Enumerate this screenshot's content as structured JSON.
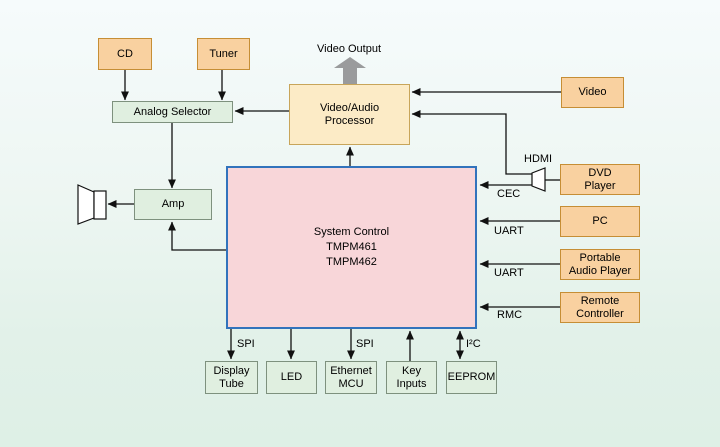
{
  "nodes": {
    "cd": "CD",
    "tuner": "Tuner",
    "analog_selector": "Analog Selector",
    "video_audio_processor": "Video/Audio\nProcessor",
    "video": "Video",
    "dvd_player": "DVD\nPlayer",
    "pc": "PC",
    "portable_audio_player": "Portable\nAudio Player",
    "remote_controller": "Remote\nController",
    "system_control": "System Control\nTMPM461\nTMPM462",
    "amp": "Amp",
    "display_tube": "Display\nTube",
    "led": "LED",
    "ethernet_mcu": "Ethernet\nMCU",
    "key_inputs": "Key\nInputs",
    "eeprom": "EEPROM"
  },
  "bus_labels": {
    "video_output": "Video Output",
    "hdmi": "HDMI",
    "cec": "CEC",
    "uart_pc": "UART",
    "uart_portable": "UART",
    "rmc": "RMC",
    "spi_display": "SPI",
    "spi_ethernet": "SPI",
    "i2c": "I²C"
  },
  "colors": {
    "source_box_fill": "#F9D1A0",
    "source_box_border": "#C68E35",
    "processor_box_fill": "#FCEBC6",
    "processor_box_border": "#C8A55A",
    "peripheral_box_fill": "#E0EFE0",
    "peripheral_box_border": "#7E917E",
    "mcu_box_fill": "#F8D6D9",
    "mcu_box_border": "#3273BC",
    "video_output_arrow": "#9A9B9C",
    "connector_line": "#111111",
    "background_top": "#F6FBFC",
    "background_bottom": "#DEF0E6"
  }
}
